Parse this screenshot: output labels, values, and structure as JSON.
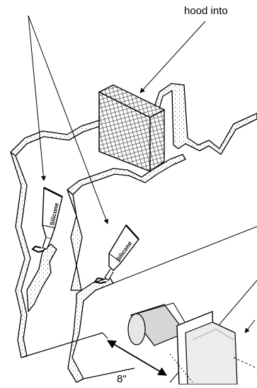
{
  "labels": {
    "top_right": "hood into",
    "dimension": "8\""
  },
  "tubes": [
    {
      "label": "Silicone"
    },
    {
      "label": "Silicone"
    }
  ],
  "colors": {
    "stroke": "#000000",
    "background": "#ffffff",
    "duct": "#d0d0d0",
    "stipple": "#9a9a9a"
  }
}
